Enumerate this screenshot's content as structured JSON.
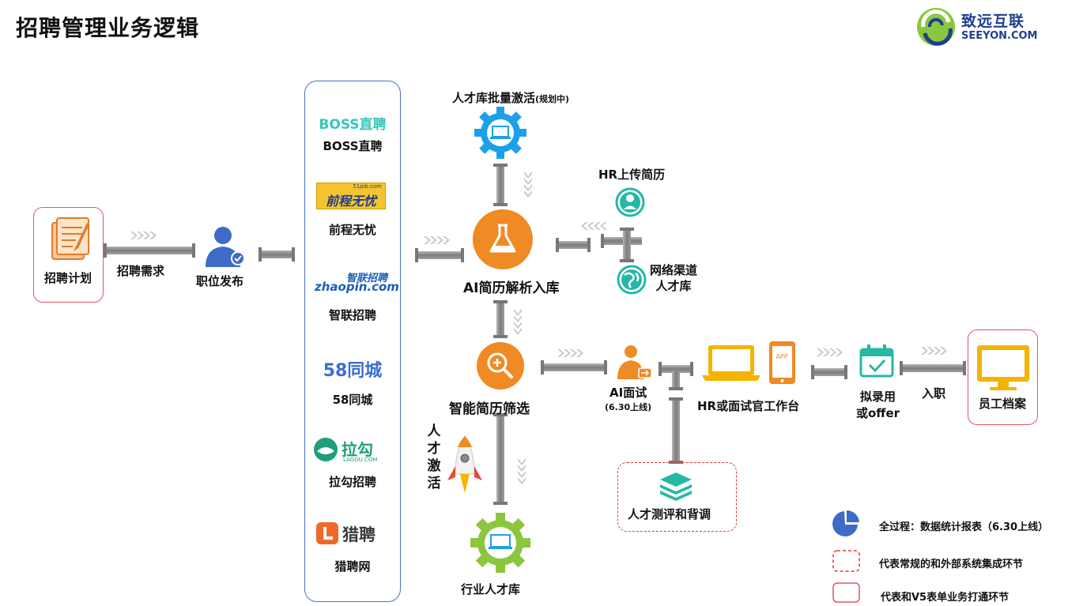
{
  "page": {
    "title": "招聘管理业务逻辑"
  },
  "brand": {
    "name_cn": "致远互联",
    "name_en": "SEEYON.COM"
  },
  "nodes": {
    "recruit_plan": "招聘计划",
    "recruit_demand": "招聘需求",
    "job_publish": "职位发布",
    "talent_batch_activate": "人才库批量激活",
    "talent_batch_activate_note": "(规划中)",
    "hr_upload": "HR上传简历",
    "network_channel": "网络渠道\n人才库",
    "network_channel_line1": "网络渠道",
    "network_channel_line2": "人才库",
    "ai_parse": "AI简历解析入库",
    "smart_filter": "智能简历筛选",
    "talent_activate": "人才激活",
    "industry_pool": "行业人才库",
    "ai_interview": "AI面试",
    "ai_interview_note": "(6.30上线)",
    "hr_workbench": "HR或面试官工作台",
    "talent_assess": "人才测评和背调",
    "hire_offer_line1": "拟录用",
    "hire_offer_line2": "或offer",
    "onboard": "入职",
    "employee_file": "员工档案",
    "app_label": "APP"
  },
  "platforms": [
    {
      "logo": "BOSS直聘",
      "name": "BOSS直聘",
      "color": "#36c6b8"
    },
    {
      "logo": "前程无忧",
      "name": "前程无忧",
      "color": "#1f3c8f"
    },
    {
      "logo": "智联招聘",
      "name": "智联招聘",
      "color": "#1d5fb8"
    },
    {
      "logo": "58同城",
      "name": "58同城",
      "color": "#3b6fd1"
    },
    {
      "logo": "拉勾",
      "name": "拉勾招聘",
      "color": "#1f9e7a"
    },
    {
      "logo": "猎聘",
      "name": "猎聘网",
      "color": "#3a3a3a"
    }
  ],
  "platform_sub": {
    "qiancheng_url": "51job.com",
    "zhilian_url": "zhaopin.com",
    "lagou_url": "LAGOU.COM"
  },
  "legend": [
    {
      "text": "全过程：数据统计报表（6.30上线）",
      "icon": "pie-chart-icon"
    },
    {
      "text": "代表常规的和外部系统集成环节",
      "icon": "dashed-box"
    },
    {
      "text": "代表和V5表单业务打通环节",
      "icon": "solid-box"
    }
  ],
  "colors": {
    "orange": "#f08a24",
    "blue": "#1ea0e8",
    "green": "#8cc63f",
    "teal": "#25b8a5",
    "pipe": "#8a8a8a",
    "red": "#e0566a",
    "platform_border": "#4a72c4",
    "yellow": "#f4b400"
  }
}
